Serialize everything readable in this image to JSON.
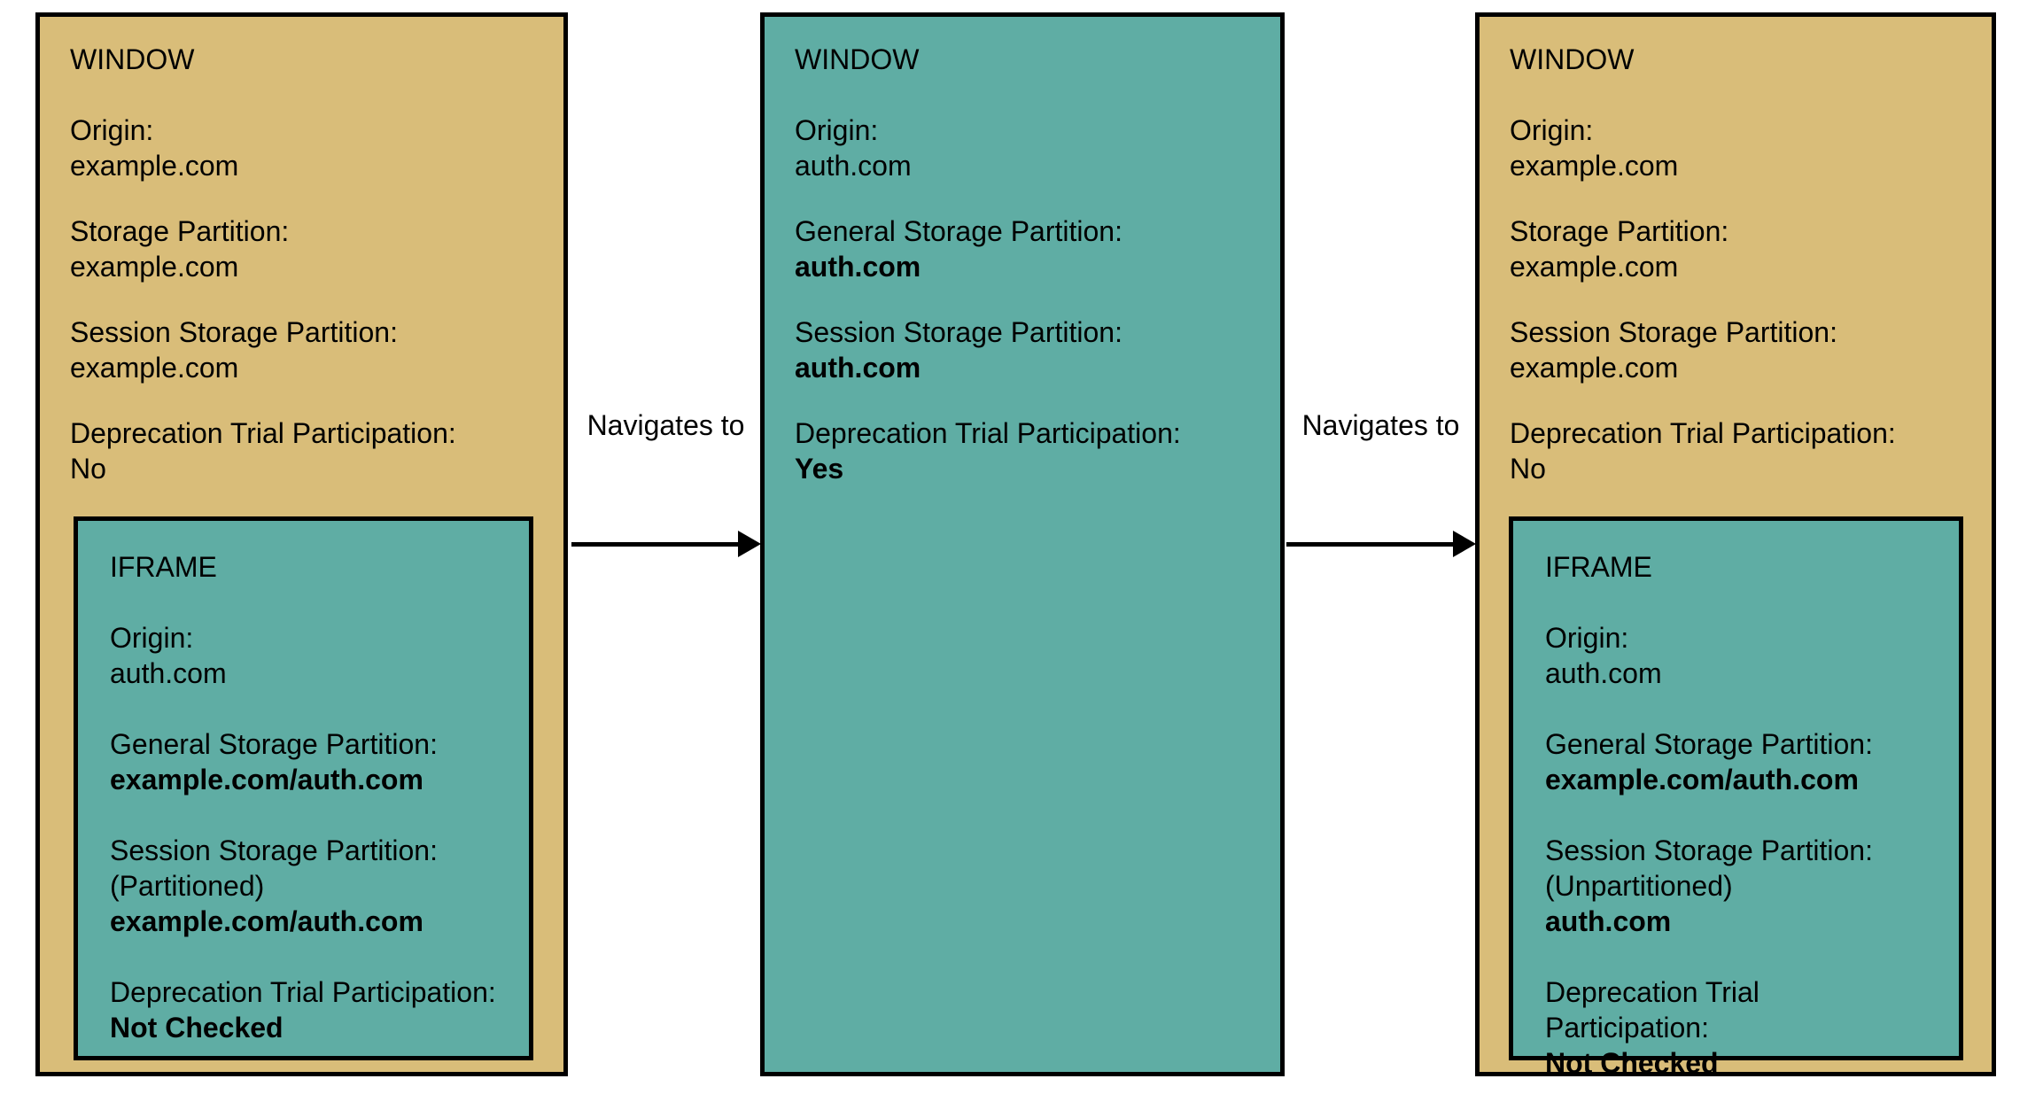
{
  "colors": {
    "background": "#FFFFFF",
    "window_fill_tan": "#D9BD79",
    "iframe_fill_teal": "#5FADA4",
    "border": "#000000",
    "text": "#000000"
  },
  "connections": [
    {
      "label": "Navigates to"
    },
    {
      "label": "Navigates to"
    }
  ],
  "boxes": [
    {
      "title": "WINDOW",
      "fill": "tan",
      "fields": [
        {
          "label": "Origin:",
          "lines": [
            {
              "text": "example.com",
              "weight": "normal"
            }
          ]
        },
        {
          "label": "Storage Partition:",
          "lines": [
            {
              "text": "example.com",
              "weight": "normal"
            }
          ]
        },
        {
          "label": "Session Storage Partition:",
          "lines": [
            {
              "text": "example.com",
              "weight": "normal"
            }
          ]
        },
        {
          "label": "Deprecation Trial Participation:",
          "lines": [
            {
              "text": "No",
              "weight": "normal"
            }
          ]
        }
      ],
      "iframe": {
        "title": "IFRAME",
        "fields": [
          {
            "label": "Origin:",
            "lines": [
              {
                "text": "auth.com",
                "weight": "normal"
              }
            ]
          },
          {
            "label": "General Storage Partition:",
            "lines": [
              {
                "text": "example.com/auth.com",
                "weight": "bold"
              }
            ]
          },
          {
            "label": "Session Storage Partition:",
            "lines": [
              {
                "text": "(Partitioned)",
                "weight": "normal"
              },
              {
                "text": "example.com/auth.com",
                "weight": "bold"
              }
            ]
          },
          {
            "label": "Deprecation Trial Participation:",
            "lines": [
              {
                "text": "Not Checked",
                "weight": "bold"
              }
            ]
          }
        ]
      }
    },
    {
      "title": "WINDOW",
      "fill": "teal",
      "fields": [
        {
          "label": "Origin:",
          "lines": [
            {
              "text": "auth.com",
              "weight": "normal"
            }
          ]
        },
        {
          "label": "General Storage Partition:",
          "lines": [
            {
              "text": "auth.com",
              "weight": "bold"
            }
          ]
        },
        {
          "label": "Session Storage Partition:",
          "lines": [
            {
              "text": "auth.com",
              "weight": "bold"
            }
          ]
        },
        {
          "label": "Deprecation Trial Participation:",
          "lines": [
            {
              "text": "Yes",
              "weight": "bold"
            }
          ]
        }
      ]
    },
    {
      "title": "WINDOW",
      "fill": "tan",
      "fields": [
        {
          "label": "Origin:",
          "lines": [
            {
              "text": "example.com",
              "weight": "normal"
            }
          ]
        },
        {
          "label": "Storage Partition:",
          "lines": [
            {
              "text": "example.com",
              "weight": "normal"
            }
          ]
        },
        {
          "label": "Session Storage Partition:",
          "lines": [
            {
              "text": "example.com",
              "weight": "normal"
            }
          ]
        },
        {
          "label": "Deprecation Trial Participation:",
          "lines": [
            {
              "text": "No",
              "weight": "normal"
            }
          ]
        }
      ],
      "iframe": {
        "title": "IFRAME",
        "fields": [
          {
            "label": "Origin:",
            "lines": [
              {
                "text": "auth.com",
                "weight": "normal"
              }
            ]
          },
          {
            "label": "General Storage Partition:",
            "lines": [
              {
                "text": "example.com/auth.com",
                "weight": "bold"
              }
            ]
          },
          {
            "label": "Session Storage Partition:",
            "lines": [
              {
                "text": "(Unpartitioned)",
                "weight": "normal"
              },
              {
                "text": "auth.com",
                "weight": "bold"
              }
            ]
          },
          {
            "label": "Deprecation Trial Participation:",
            "lines": [
              {
                "text": "Not Checked",
                "weight": "bold"
              }
            ]
          }
        ]
      }
    }
  ]
}
